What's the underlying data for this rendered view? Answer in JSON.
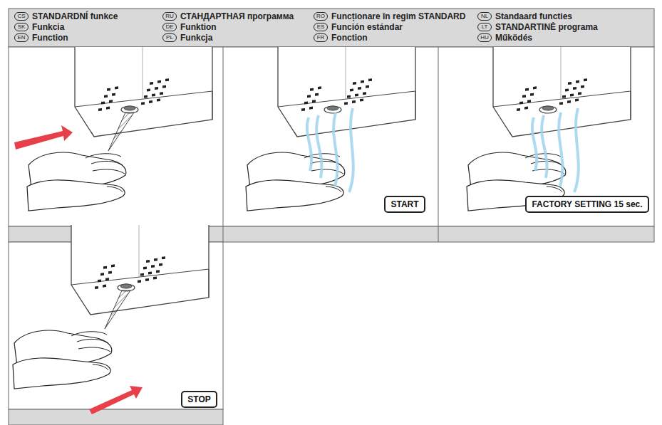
{
  "diagram": {
    "nodes": [
      {
        "text": [
          "START"
        ]
      },
      {
        "text": [
          "FACTORY SETTING 15 sec."
        ]
      },
      {
        "text": [
          "STOP"
        ]
      }
    ],
    "labels": [
      "CS",
      "STANDARDNÍ funkce",
      "SK",
      "Funkcia",
      "EN",
      "Function",
      "RU",
      "СТАНДАРТНАЯ программа",
      "DE",
      "Funktion",
      "PL",
      "Funkcja",
      "RO",
      "Funcționare în regim STANDARD",
      "ES",
      "Función estándar",
      "FR",
      "Fonction",
      "NL",
      "Standaard functies",
      "LT",
      "STANDARTINĖ programa",
      "HU",
      "Működés"
    ]
  }
}
